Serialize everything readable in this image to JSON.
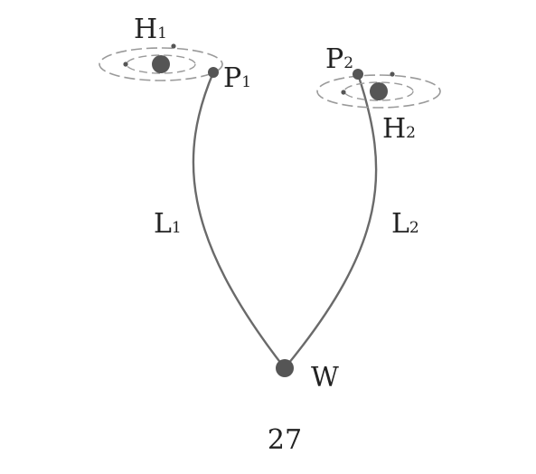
{
  "colors": {
    "node": "#555555",
    "curve": "#6a6a6a",
    "orbit": "#9a9a9a",
    "text": "#222222"
  },
  "labels": {
    "h1": {
      "main": "H",
      "sub": "1"
    },
    "h2": {
      "main": "H",
      "sub": "2"
    },
    "p1": {
      "main": "P",
      "sub": "1"
    },
    "p2": {
      "main": "P",
      "sub": "2"
    },
    "l1": {
      "main": "L",
      "sub": "1"
    },
    "l2": {
      "main": "L",
      "sub": "2"
    },
    "w": "W"
  },
  "caption": "27"
}
